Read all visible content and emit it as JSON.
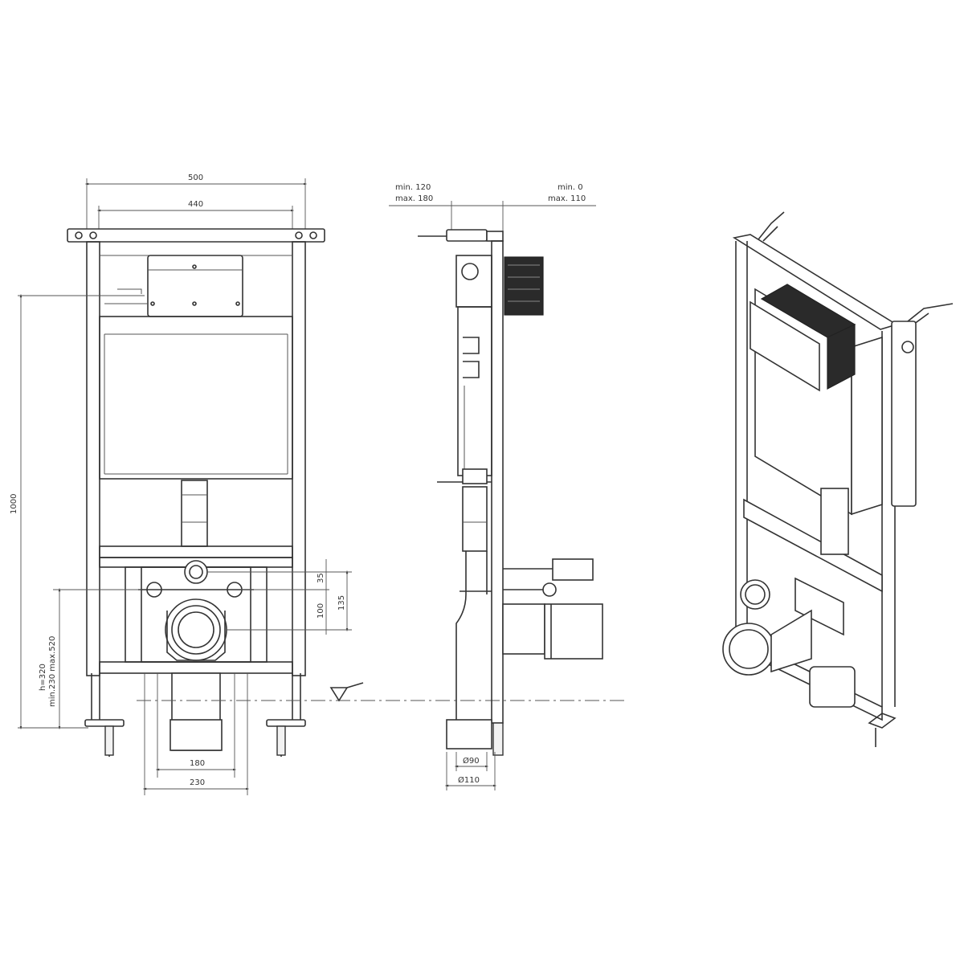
{
  "front_view": {
    "width_outer": "500",
    "width_inner": "440",
    "height_total": "1000",
    "height_range": "h=320",
    "height_minmax": "min.230  max.520",
    "pipe_spacing": "180",
    "pipe_base": "230",
    "offset_35": "35",
    "offset_100": "100",
    "offset_135": "135"
  },
  "side_view": {
    "depth_min_label": "min. 120",
    "depth_max_label": "max. 180",
    "wall_min_label": "min. 0",
    "wall_max_label": "max. 110",
    "pipe_small": "Ø90",
    "pipe_large": "Ø110"
  },
  "colors": {
    "line": "#333333",
    "background": "#ffffff"
  }
}
